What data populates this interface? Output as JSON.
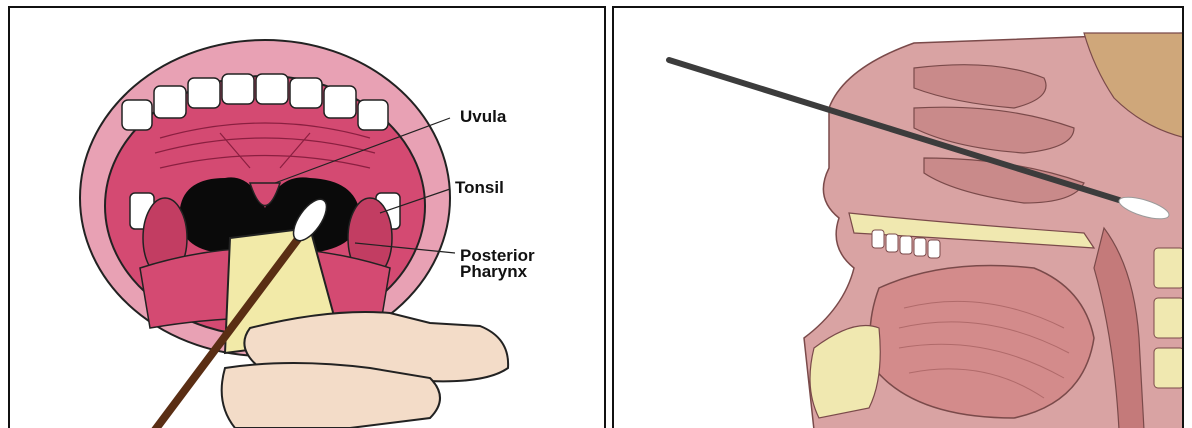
{
  "left_illustration": {
    "labels": {
      "uvula": "Uvula",
      "tonsil": "Tonsil",
      "posterior_pharynx_line1": "Posterior",
      "posterior_pharynx_line2": "Pharynx"
    }
  },
  "colors": {
    "lip_pink": "#e8a1b4",
    "tissue_red": "#d44a72",
    "throat_dark": "#0a0a0a",
    "skin": "#f3dcc8",
    "depressor": "#f2eaa8",
    "swab_stick": "#5a2e14",
    "anatomy_tissue": "#d9a3a3",
    "tongue": "#d38b8b",
    "bone": "#f0e8b0",
    "swab_rod": "#3c3c3c"
  }
}
